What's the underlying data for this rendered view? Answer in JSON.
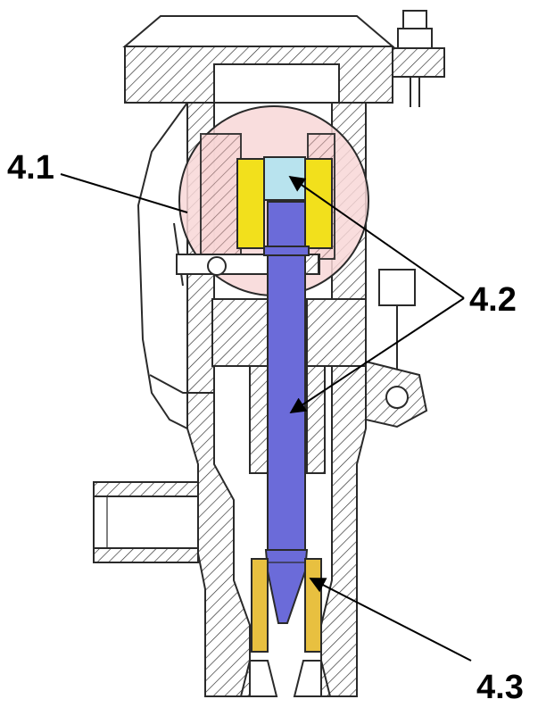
{
  "labels": {
    "l41": "4.1",
    "l42": "4.2",
    "l43": "4.3"
  },
  "colors": {
    "highlight": "#f8d7d7",
    "seat": "#f2e01c",
    "stem": "#6b6bd9",
    "stem_top": "#b8e3ee",
    "insert": "#e8c040",
    "ink": "#2a2a2a"
  },
  "icons": {
    "bolt": "hex-bolt-icon"
  }
}
